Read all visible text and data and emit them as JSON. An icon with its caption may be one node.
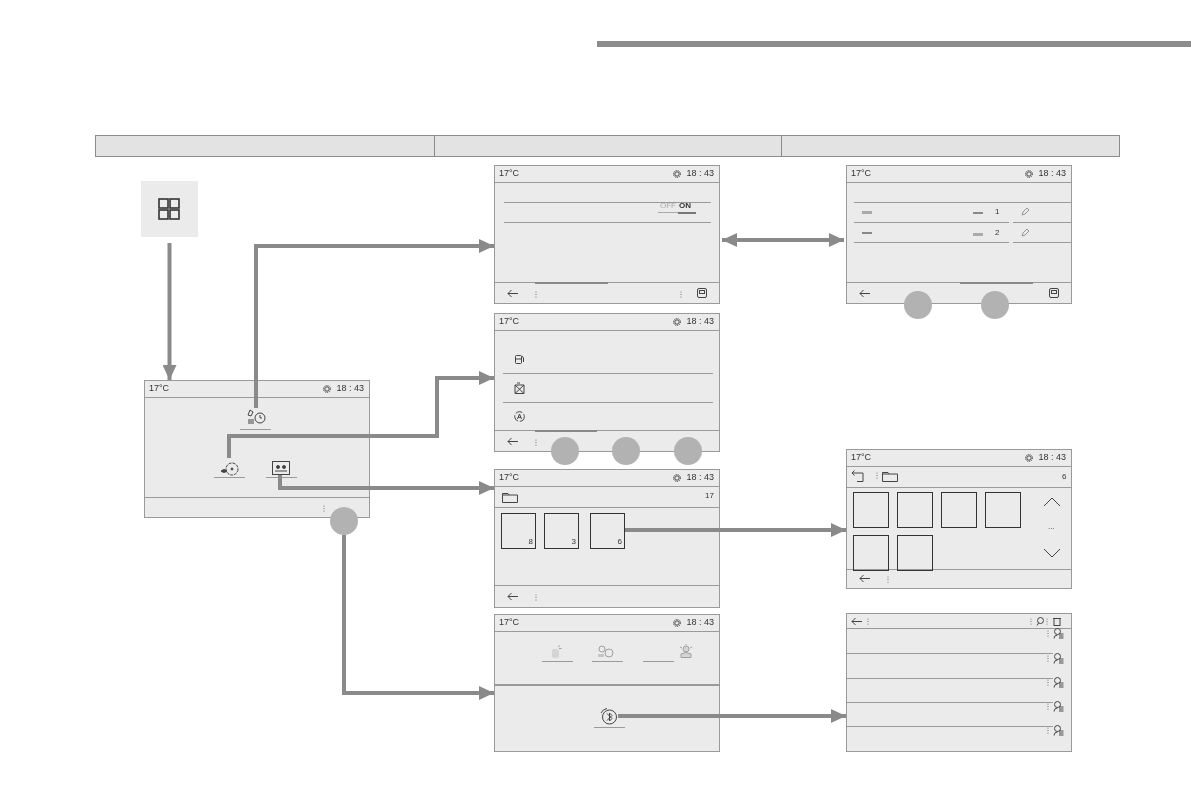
{
  "diagram": {
    "nodes": [
      {
        "text": [],
        "shape": "box"
      },
      {
        "text": [
          "17°C",
          "18 : 43"
        ]
      },
      {
        "text": [],
        "shape": "picture",
        "in": 1
      },
      {
        "text": [],
        "shape": "picture",
        "in": 1
      },
      {
        "text": [],
        "shape": "picture",
        "in": 1
      },
      {
        "text": [],
        "shape": "circle"
      },
      {
        "text": [
          "17°C",
          "18 : 43",
          "OFF",
          "ON"
        ]
      },
      {
        "text": [
          "17°C",
          "18 : 43",
          "1",
          "2"
        ]
      },
      {
        "text": [],
        "shape": "circle"
      },
      {
        "text": [],
        "shape": "circle"
      },
      {
        "text": [
          "17°C",
          "18 : 43"
        ]
      },
      {
        "text": [],
        "shape": "circle"
      },
      {
        "text": [],
        "shape": "circle"
      },
      {
        "text": [],
        "shape": "circle"
      },
      {
        "text": [
          "17°C",
          "18 : 43",
          "17"
        ]
      },
      {
        "text": [
          "8"
        ],
        "in": 14
      },
      {
        "text": [
          "3"
        ],
        "in": 14
      },
      {
        "text": [
          "6"
        ],
        "in": 14
      },
      {
        "text": [
          "17°C",
          "18 : 43",
          "6",
          "..."
        ]
      },
      {
        "text": [
          "17°C",
          "18 : 43"
        ]
      },
      {
        "text": [],
        "shape": "picture",
        "in": 19
      },
      {
        "text": [],
        "shape": "box"
      }
    ],
    "edges": [
      {
        "from": 0,
        "to": 1,
        "arrow": "to"
      },
      {
        "from": 2,
        "to": 6,
        "arrow": "to"
      },
      {
        "from": 3,
        "to": 10,
        "arrow": "to"
      },
      {
        "from": 4,
        "to": 14,
        "arrow": "to"
      },
      {
        "from": 5,
        "to": 19,
        "arrow": "to"
      },
      {
        "from": 6,
        "to": 7,
        "arrow": "both"
      },
      {
        "from": 17,
        "to": 18,
        "arrow": "to"
      },
      {
        "from": 20,
        "to": 21,
        "arrow": "to"
      }
    ]
  }
}
